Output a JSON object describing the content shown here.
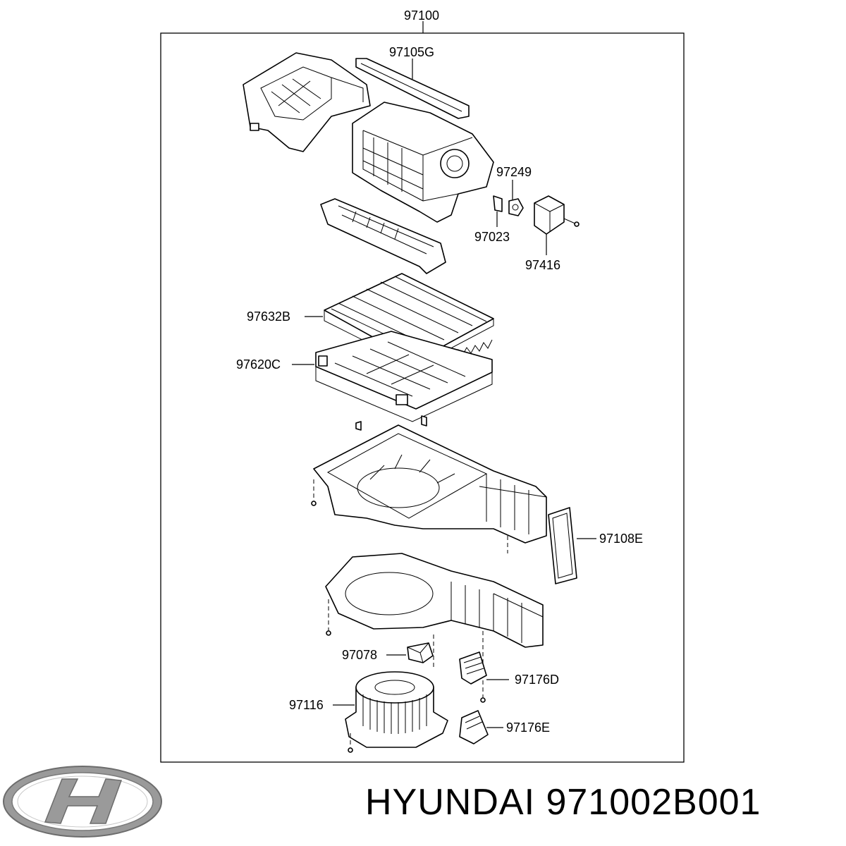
{
  "assembly_label": "97100",
  "labels": {
    "top_cover": "97105G",
    "door_link": "97249",
    "lever": "97023",
    "actuator": "97416",
    "filter": "97632B",
    "filter_case": "97620C",
    "seal": "97108E",
    "resistor": "97078",
    "resistor_d": "97176D",
    "blower_motor": "97116",
    "resistor_e": "97176E"
  },
  "footer": {
    "brand": "HYUNDAI",
    "part_number": "971002B001"
  }
}
